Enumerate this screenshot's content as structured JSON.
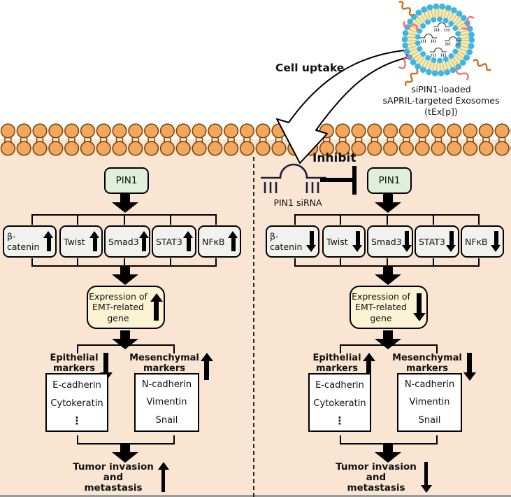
{
  "header": {
    "cell_uptake_label": "Cell uptake",
    "exosome_caption": [
      "siPIN1-loaded",
      "sAPRIL-targeted Exosomes",
      "(tEx[p])"
    ],
    "inhibit_label": "Inhibit",
    "sirna_label": "PIN1 siRNA"
  },
  "colors": {
    "cell_background": "#fae4d2",
    "membrane_lipid": "#f2a65e",
    "membrane_outline": "#7b4408",
    "pin1_box_fill": "#def0d9",
    "factor_box_fill": "#f1f1ee",
    "emt_box_fill": "#fcf3d4",
    "exosome_bead_blue": "#3eb5e6",
    "exosome_tail_yellow": "#f3eabb",
    "exosome_protein_red": "#f2706e",
    "exosome_ligand_orange": "#c4761d"
  },
  "left_panel": {
    "pin1_label": "PIN1",
    "factors": [
      {
        "label": "β-catenin",
        "direction": "up"
      },
      {
        "label": "Twist",
        "direction": "up"
      },
      {
        "label": "Smad3",
        "direction": "up"
      },
      {
        "label": "STAT3",
        "direction": "up"
      },
      {
        "label": "NFκB",
        "direction": "up"
      }
    ],
    "emt_box": {
      "lines": [
        "Expression of",
        "EMT-related",
        "gene"
      ],
      "direction": "up"
    },
    "epithelial": {
      "title": [
        "Epithelial",
        "markers"
      ],
      "direction": "down",
      "items": [
        "E-cadherin",
        "Cytokeratin",
        "⋮"
      ]
    },
    "mesenchymal": {
      "title": [
        "Mesenchymal",
        "markers"
      ],
      "direction": "up",
      "items": [
        "N-cadherin",
        "Vimentin",
        "Snail"
      ]
    },
    "outcome": {
      "lines": [
        "Tumor invasion",
        "and",
        "metastasis"
      ],
      "direction": "up"
    }
  },
  "right_panel": {
    "pin1_label": "PIN1",
    "factors": [
      {
        "label": "β-catenin",
        "direction": "down"
      },
      {
        "label": "Twist",
        "direction": "down"
      },
      {
        "label": "Smad3",
        "direction": "down"
      },
      {
        "label": "STAT3",
        "direction": "down"
      },
      {
        "label": "NFκB",
        "direction": "down"
      }
    ],
    "emt_box": {
      "lines": [
        "Expression of",
        "EMT-related",
        "gene"
      ],
      "direction": "down"
    },
    "epithelial": {
      "title": [
        "Epithelial",
        "markers"
      ],
      "direction": "up",
      "items": [
        "E-cadherin",
        "Cytokeratin",
        "⋮"
      ]
    },
    "mesenchymal": {
      "title": [
        "Mesenchymal",
        "markers"
      ],
      "direction": "down",
      "items": [
        "N-cadherin",
        "Vimentin",
        "Snail"
      ]
    },
    "outcome": {
      "lines": [
        "Tumor invasion",
        "and",
        "metastasis"
      ],
      "direction": "down"
    }
  }
}
